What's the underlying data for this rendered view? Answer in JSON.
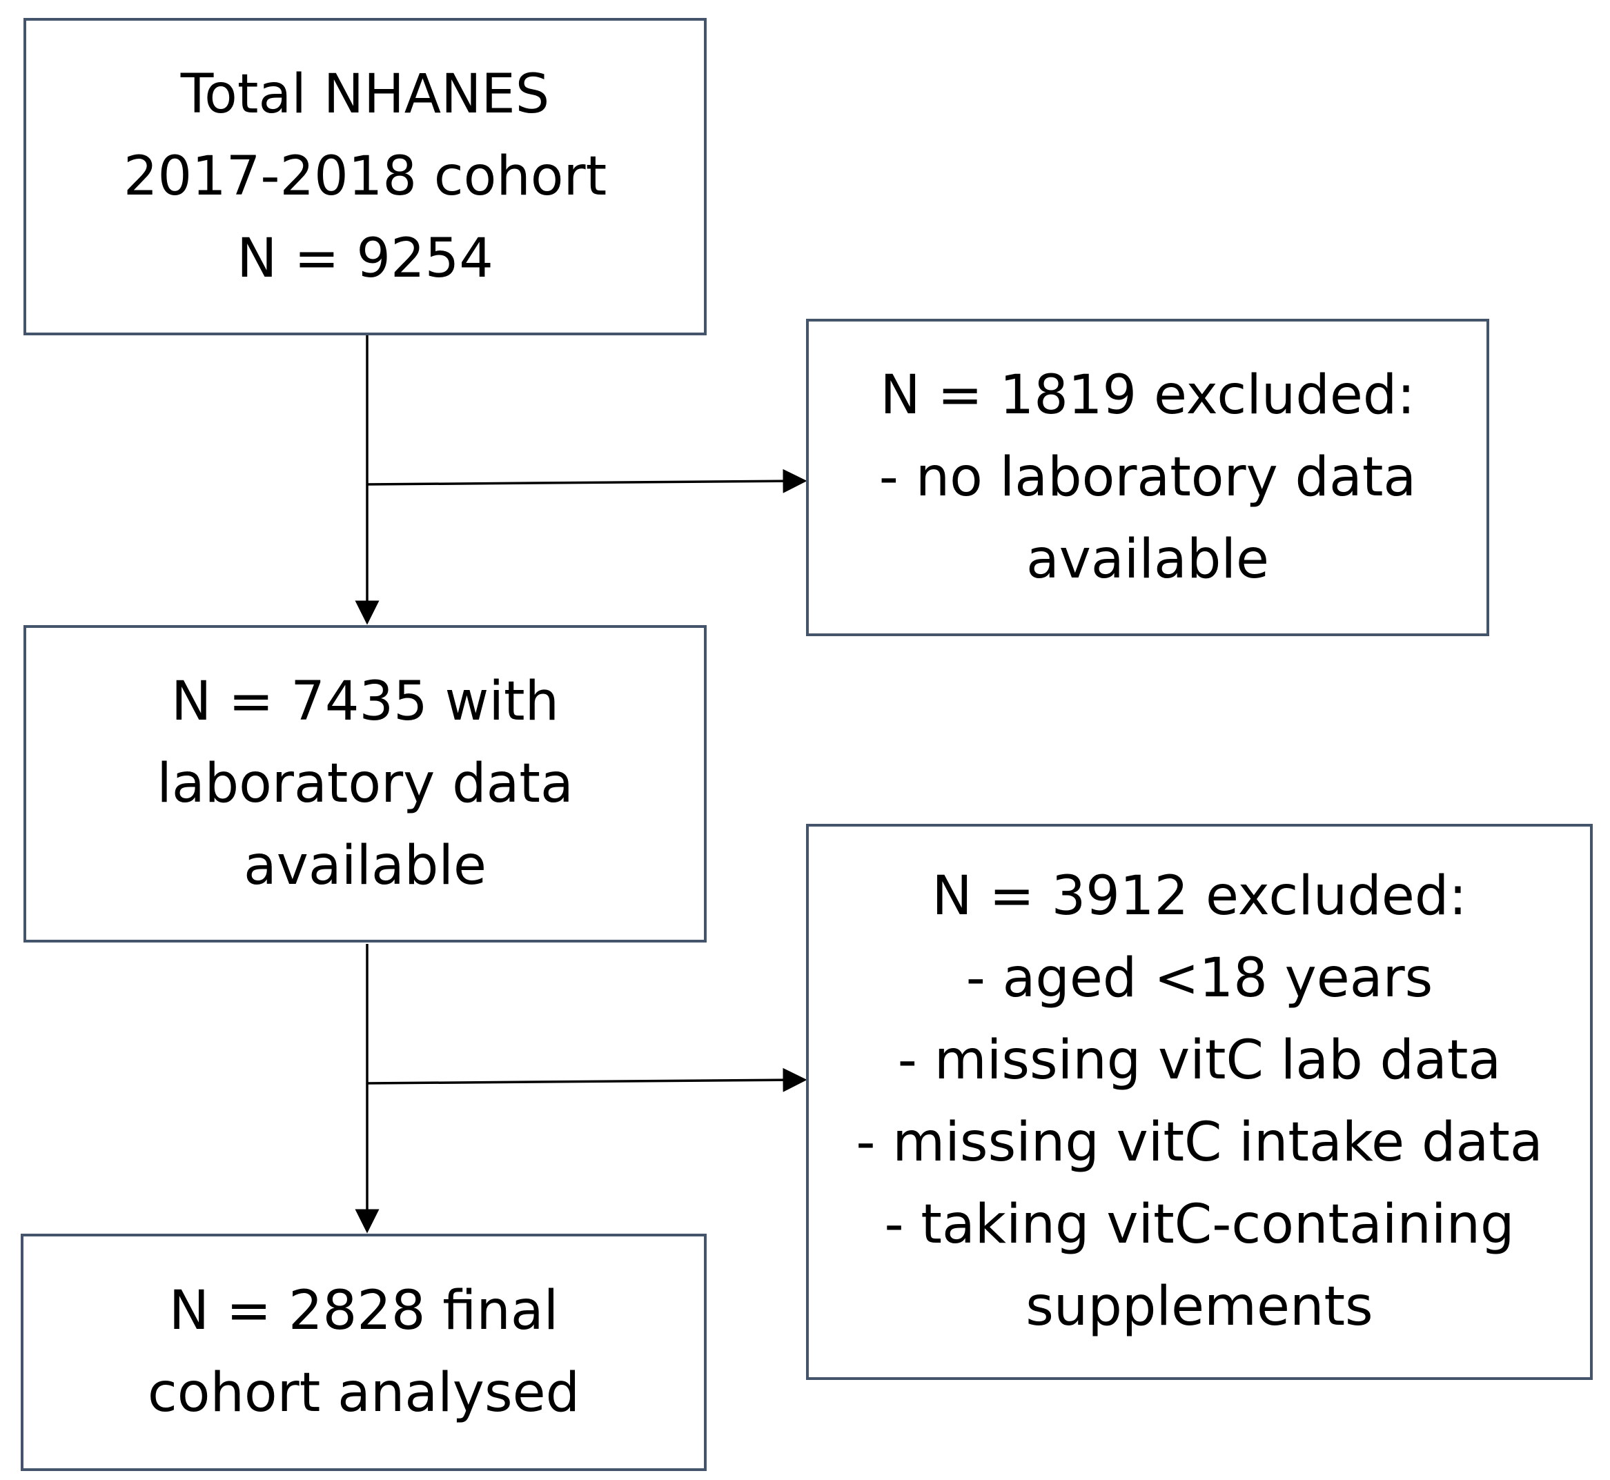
{
  "flowchart": {
    "boxes": [
      {
        "id": "total",
        "lines": [
          "Total NHANES",
          "2017-2018 cohort",
          "N = 9254"
        ]
      },
      {
        "id": "excluded1",
        "lines": [
          "N = 1819 excluded:",
          "- no laboratory data",
          "available"
        ]
      },
      {
        "id": "with-lab",
        "lines": [
          "N = 7435 with",
          "laboratory data",
          "available"
        ]
      },
      {
        "id": "excluded2",
        "lines": [
          "N = 3912 excluded:",
          "- aged <18 years",
          "- missing vitC lab data",
          "- missing vitC intake data",
          "- taking vitC-containing",
          "supplements"
        ]
      },
      {
        "id": "final",
        "lines": [
          "N = 2828 final",
          "cohort analysed"
        ]
      }
    ]
  }
}
